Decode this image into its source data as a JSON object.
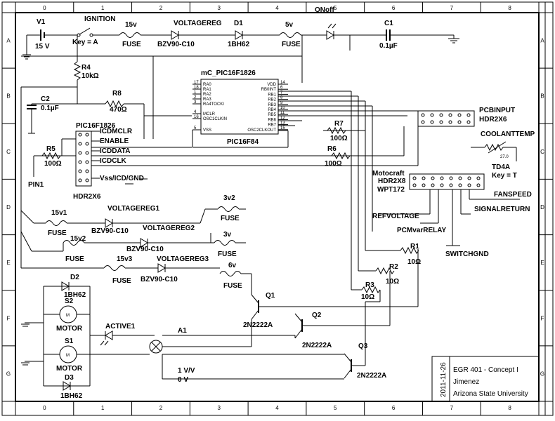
{
  "grid": {
    "cols": [
      "0",
      "1",
      "2",
      "3",
      "4",
      "5",
      "6",
      "7",
      "8"
    ],
    "rows": [
      "A",
      "B",
      "C",
      "D",
      "E",
      "F",
      "G"
    ]
  },
  "power": {
    "battery_name": "V1",
    "battery_value": "15 V",
    "switch_name": "IGNITION",
    "switch_key": "Key = A",
    "onoff": "ONoff"
  },
  "fuses": {
    "f15v_value": "15v",
    "f15v_label": "FUSE",
    "f5v_value": "5v",
    "f5v_label": "FUSE",
    "f15v1_value": "15v1",
    "f15v1_label": "FUSE",
    "f15v2_value": "15v2",
    "f15v2_label": "FUSE",
    "f15v3_value": "15v3",
    "f15v3_label": "FUSE",
    "f3v2_value": "3v2",
    "f3v2_label": "FUSE",
    "f3v_value": "3v",
    "f3v_label": "FUSE",
    "f6v_value": "6v",
    "f6v_label": "FUSE"
  },
  "regulators": {
    "vreg_name": "VOLTAGEREG",
    "vreg_part": "BZV90-C10",
    "vreg1_name": "VOLTAGEREG1",
    "vreg1_part": "BZV90-C10",
    "vreg2_name": "VOLTAGEREG2",
    "vreg2_part": "BZV90-C10",
    "vreg3_name": "VOLTAGEREG3",
    "vreg3_part": "BZV90-C10"
  },
  "diodes": {
    "d1_name": "D1",
    "d1_part": "1BH62",
    "d2_name": "D2",
    "d2_part": "1BH62",
    "d3_name": "D3",
    "d3_part": "1BH62",
    "active_name": "ACTIVE1"
  },
  "caps": {
    "c1_name": "C1",
    "c1_value": "0.1µF",
    "c2_name": "C2",
    "c2_value": "0.1µF"
  },
  "resistors": {
    "r1_name": "R1",
    "r1_value": "10Ω",
    "r2_name": "R2",
    "r2_value": "10Ω",
    "r3_name": "R3",
    "r3_value": "10Ω",
    "r4_name": "R4",
    "r4_value": "10kΩ",
    "r5_name": "R5",
    "r5_value": "100Ω",
    "r6_name": "R6",
    "r6_value": "100Ω",
    "r7_name": "R7",
    "r7_value": "100Ω",
    "r8_name": "R8",
    "r8_value": "470Ω"
  },
  "mcu": {
    "title": "mC_PIC16F1826",
    "part": "PIC16F84",
    "left_pins": [
      "RA0",
      "RA1",
      "RA2",
      "RA3",
      "RA4TOCKI",
      "MCLR",
      "OSC1CLKIN",
      "VSS"
    ],
    "left_nums": [
      "17",
      "18",
      "1",
      "2",
      "3",
      "4",
      "16",
      "5"
    ],
    "right_pins": [
      "VDD",
      "RB0INT",
      "RB1",
      "RB2",
      "RB3",
      "RB4",
      "RB5",
      "RB6",
      "RB7",
      "OSC2CLKOUT"
    ],
    "right_nums": [
      "14",
      "6",
      "7",
      "8",
      "9",
      "10",
      "11",
      "12",
      "13",
      "15"
    ]
  },
  "icd": {
    "title": "PIC16F1826",
    "part": "HDR2X6",
    "pins": [
      "ICDMCLR",
      "ENABLE",
      "ICDDATA",
      "ICDCLK",
      "Vss/ICD/GND"
    ],
    "pin1": "PIN1"
  },
  "headers": {
    "pcb_name": "PCBINPUT",
    "pcb_part": "HDR2X6",
    "moto_name": "Motocraft",
    "moto_part": "HDR2X8",
    "moto_sub": "WPT172",
    "coolant": "COOLANTTEMP",
    "coolant_val": "27.0",
    "td4a": "TD4A",
    "td4a_key": "Key = T",
    "fanspeed": "FANSPEED",
    "signalreturn": "SIGNALRETURN",
    "refvoltage": "REFVOLTAGE",
    "pcmvar": "PCMvarRELAY",
    "switchgnd": "SWITCHGND"
  },
  "transistors": {
    "q1_name": "Q1",
    "q1_part": "2N2222A",
    "q2_name": "Q2",
    "q2_part": "2N2222A",
    "q3_name": "Q3",
    "q3_part": "2N2222A"
  },
  "motors": {
    "s1_name": "S1",
    "s2_name": "S2",
    "motor_label": "MOTOR"
  },
  "meter": {
    "name": "A1",
    "vv": "1 V/V",
    "ov": "0 V"
  },
  "titleblock": {
    "date": "2011-11-26",
    "course": "EGR 401 - Concept I",
    "author": "Jimenez",
    "school": "Arizona State University"
  }
}
